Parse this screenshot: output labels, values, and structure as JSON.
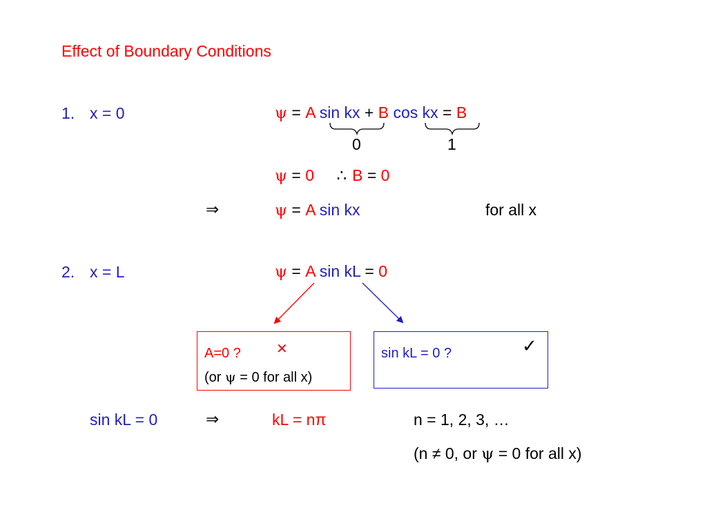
{
  "title": "Effect of Boundary Conditions",
  "item1": {
    "number": "1.",
    "condition": "x = 0",
    "eq1": {
      "psi": "ψ",
      "eq": " = ",
      "A": "A",
      "sin": "sin kx",
      "plus": " + ",
      "B": "B",
      "cos": "cos kx",
      "eq2": " = ",
      "B2": "B"
    },
    "under_sin": "0",
    "under_cos": "1",
    "eq2": {
      "psi": "ψ",
      "eq": " = ",
      "zero": "0",
      "therefore": "∴",
      "B": "B",
      "eqB": " = ",
      "zeroB": "0"
    },
    "implies": "⇒",
    "eq3": {
      "psi": "ψ",
      "eq": " = ",
      "A": "A",
      "sin": "sin kx"
    },
    "for_all": "for all x"
  },
  "item2": {
    "number": "2.",
    "condition": "x = L",
    "eq": {
      "psi": "ψ",
      "eq": " = ",
      "A": "A",
      "sin": "sin kL",
      "eq2": " = ",
      "zero": "0"
    },
    "red_box": {
      "line1": "A=0 ?",
      "cross": "✕",
      "line2a": "(or ",
      "psi": "ψ",
      "line2b": " = 0 for all x)"
    },
    "blue_box": {
      "line1": "sin kL = 0 ?",
      "check": "✓"
    }
  },
  "conclusion": {
    "lhs": "sin kL = 0",
    "implies": "⇒",
    "rhs": "kL = nπ",
    "n_values": "n = 1, 2, 3, …",
    "note_a": "(n ≠ 0, or ",
    "note_psi": "ψ",
    "note_b": " = 0 for all x)"
  },
  "colors": {
    "red": "#ff0000",
    "blue": "#1f1fbf",
    "black": "#000000"
  }
}
